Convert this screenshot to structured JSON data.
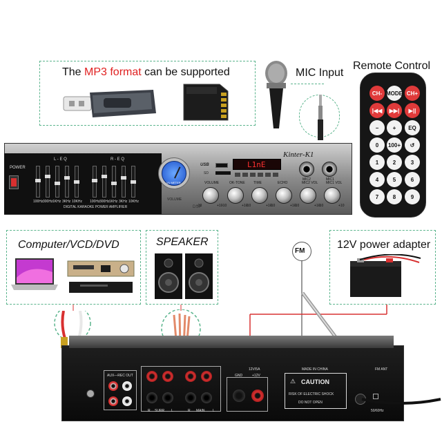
{
  "top": {
    "mp3_prefix": "The ",
    "mp3_highlight": "MP3 format",
    "mp3_suffix": " can be supported",
    "mic_label": "MIC Input",
    "remote_label": "Remote Control"
  },
  "remote": {
    "buttons": [
      "CH-",
      "MODE",
      "CH+",
      "|◀◀",
      "▶▶|",
      "▶||",
      "−",
      "+",
      "EQ",
      "0",
      "100+",
      "↺",
      "1",
      "2",
      "3",
      "4",
      "5",
      "6",
      "7",
      "8",
      "9"
    ]
  },
  "front": {
    "power_label": "POWER",
    "leq_label": "L - E Q",
    "req_label": "R - E Q",
    "eq_freqs": [
      "100Hz",
      "300Hz",
      "1KHz",
      "3KHz",
      "10KHz"
    ],
    "caption": "DIGITAL KARAOKE POWER AMPLIFIER",
    "brand": "Kinter",
    "model": "-K1",
    "display": "L1nE",
    "usb": "USB",
    "sd": "SD",
    "vu": "VU METER",
    "volume": "VOLUME",
    "mic2": "MIC2",
    "mic1": "MIC1",
    "dsp": "DSP",
    "knobs": [
      "VOLUME",
      "OK-TONE",
      "TIME",
      "ECHO",
      "MIC2 VOL",
      "MIC1 VOL"
    ],
    "ticks_minus": "-10",
    "ticks_plus": "+10"
  },
  "bottom": {
    "computer_label": "Computer/VCD/DVD",
    "speaker_label": "SPEAKER",
    "fm_label": "FM",
    "power_adapter_label": "12V power adapter"
  },
  "back": {
    "aux_label": "AUX",
    "rec_label": "REC OUT",
    "surr_label": "SURR",
    "main_label": "MAIN",
    "r_label": "R",
    "l_label": "L",
    "gnd_label": "GND",
    "v12_label": "+12V",
    "power_spec": "12V/5A",
    "made_in": "MADE IN CHINA",
    "caution": "CAUTION",
    "risk": "RISK OF ELECTRIC SHOCK",
    "do_not_open": "DO NOT OPEN",
    "fm_ant": "FM ANT",
    "hz": "50/60Hz"
  },
  "colors": {
    "accent_red": "#e02020",
    "dashed_green": "#5ab48c",
    "red_wire": "#d83030"
  }
}
